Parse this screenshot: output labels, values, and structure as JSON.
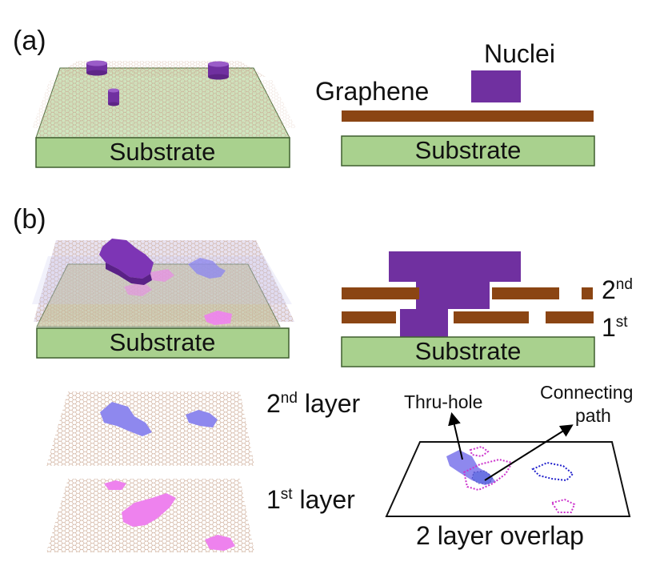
{
  "panel_a": {
    "tag": "(a)",
    "substrate_left": "Substrate",
    "substrate_right": "Substrate",
    "graphene_label": "Graphene",
    "nuclei_label": "Nuclei"
  },
  "panel_b": {
    "tag": "(b)",
    "substrate_left": "Substrate",
    "substrate_right": "Substrate",
    "layer2": {
      "num": "2",
      "sup": "nd"
    },
    "layer1": {
      "num": "1",
      "sup": "st"
    },
    "layer2_caption": {
      "num": "2",
      "sup": "nd",
      "word": " layer"
    },
    "layer1_caption": {
      "num": "1",
      "sup": "st",
      "word": " layer"
    },
    "thru_hole_label": "Thru-hole",
    "connecting_label_line1": "Connecting",
    "connecting_label_line2": "path",
    "overlap_caption": "2 layer overlap"
  },
  "colors": {
    "substrate": "#a9d18e",
    "graphene": "#8b4513",
    "nuclei": "#7030a0",
    "layer2_domain": "#8e88ee",
    "layer1_domain": "#ee82ee",
    "lattice": "#c9a58f"
  },
  "icons": {
    "lattice": "hexagonal-lattice-icon",
    "nucleus": "cylinder-icon"
  }
}
